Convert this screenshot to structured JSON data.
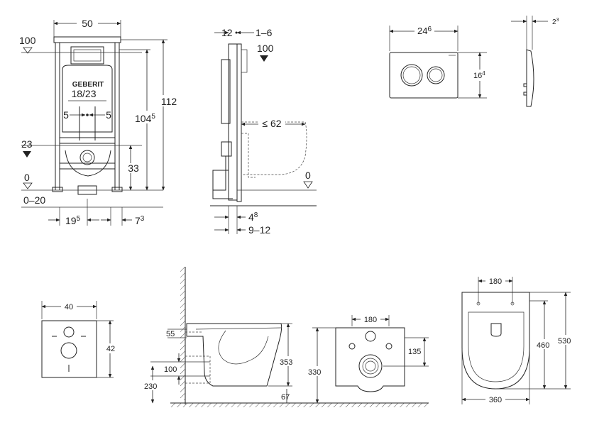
{
  "frame_front": {
    "width": "50",
    "level_100": "100",
    "level_23": "23",
    "level_0": "0",
    "range_0_20": "0–20",
    "brand": "GEBERIT",
    "range_18_23": "18/23",
    "offset_left": "5",
    "offset_right": "5",
    "height_112": "112",
    "height_104": "104",
    "height_104_sup": "5",
    "height_33": "33",
    "width_19": "19",
    "width_19_sup": "5",
    "width_7": "7",
    "width_7_sup": "3"
  },
  "frame_side": {
    "top_12": "12",
    "top_1_6": "1–6",
    "level_100": "100",
    "reach": "≤ 62",
    "level_0": "0",
    "bottom_4": "4",
    "bottom_4_sup": "8",
    "bottom_9_12": "9–12"
  },
  "flush_plate": {
    "width": "24",
    "width_sup": "6",
    "height": "16",
    "height_sup": "4",
    "depth": "2",
    "depth_sup": "3"
  },
  "wall_plate": {
    "width": "40",
    "height": "42"
  },
  "toilet_side": {
    "d55": "55",
    "d100": "100",
    "d230": "230",
    "d353": "353",
    "d67": "67"
  },
  "toilet_back": {
    "width_180": "180",
    "height_330": "330",
    "height_135": "135"
  },
  "toilet_top": {
    "width_180": "180",
    "length_460": "460",
    "length_530": "530",
    "width_360": "360"
  }
}
